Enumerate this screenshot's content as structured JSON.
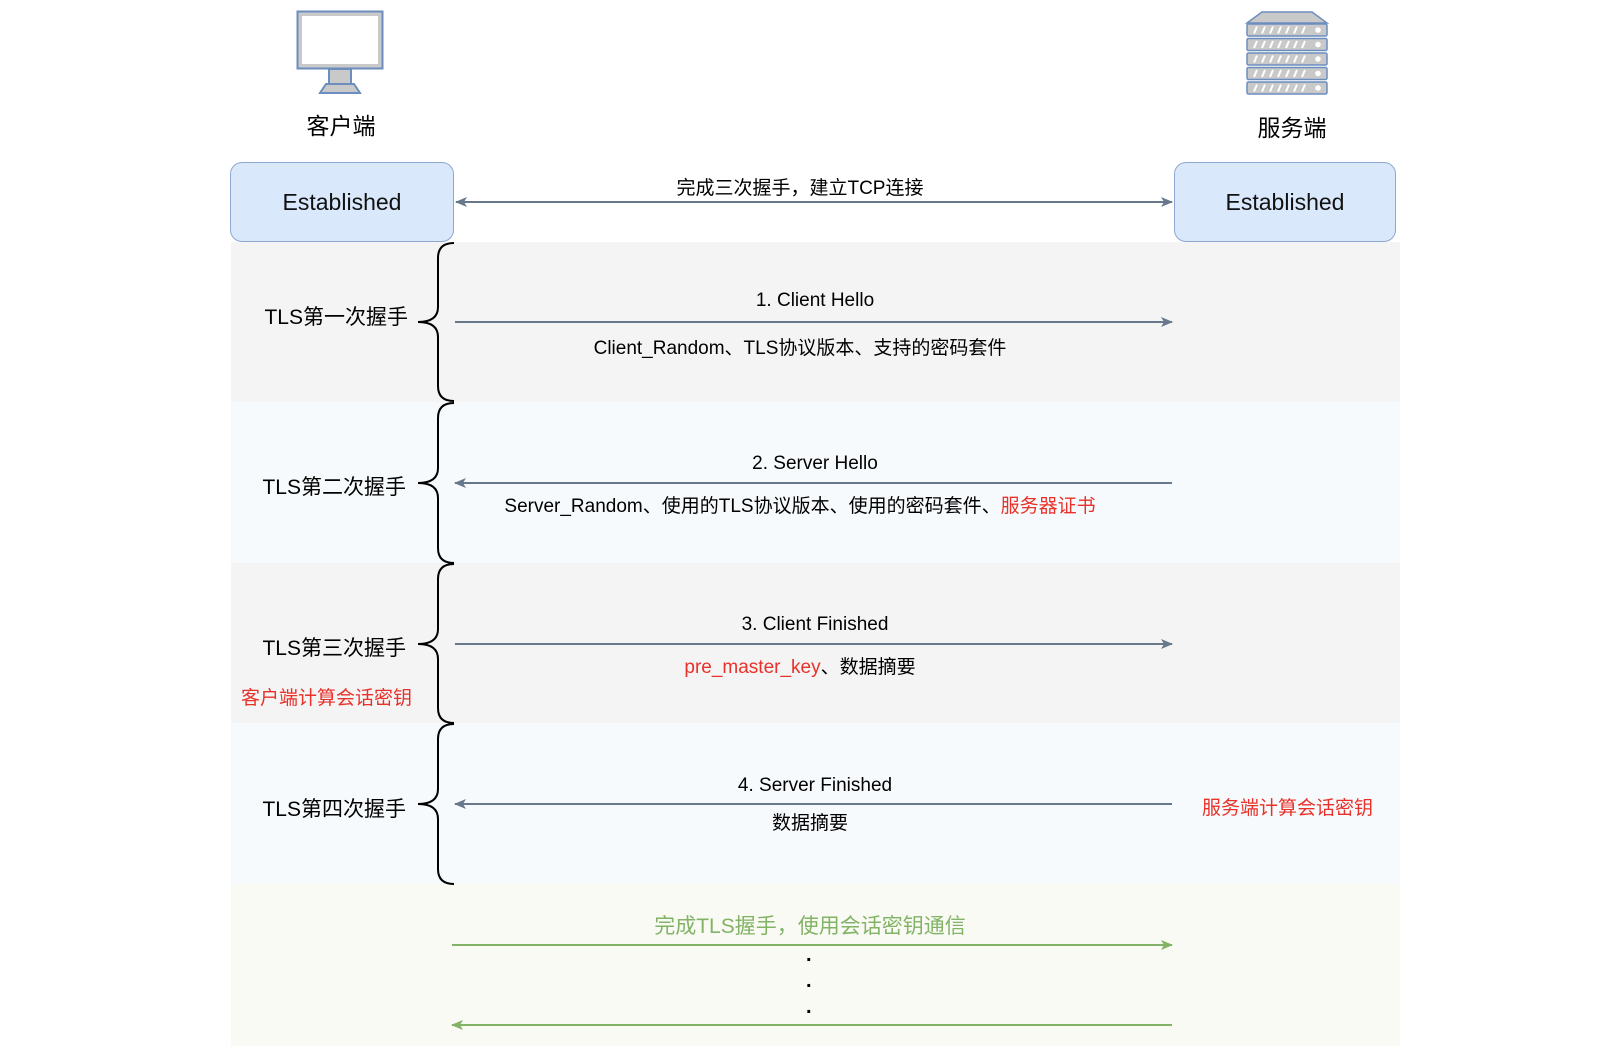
{
  "endpoints": {
    "client": {
      "label": "客户端",
      "icon": "desktop-monitor-icon"
    },
    "server": {
      "label": "服务端",
      "icon": "server-rack-icon"
    }
  },
  "connection": {
    "client_state": "Established",
    "server_state": "Established",
    "tcp_message": "完成三次握手，建立TCP连接"
  },
  "phases": [
    {
      "label": "TLS第一次握手",
      "direction": "client-to-server",
      "title": "1. Client Hello",
      "detail": [
        {
          "text": "Client_Random、TLS协议版本、支持的密码套件",
          "highlight": false
        }
      ]
    },
    {
      "label": "TLS第二次握手",
      "direction": "server-to-client",
      "title": "2. Server Hello",
      "detail": [
        {
          "text": "Server_Random、使用的TLS协议版本、使用的密码套件、",
          "highlight": false
        },
        {
          "text": "服务器证书",
          "highlight": true
        }
      ]
    },
    {
      "label": "TLS第三次握手",
      "direction": "client-to-server",
      "title": "3. Client Finished",
      "detail": [
        {
          "text": "pre_master_key",
          "highlight": true
        },
        {
          "text": "、数据摘要",
          "highlight": false
        }
      ],
      "note": "客户端计算会话密钥"
    },
    {
      "label": "TLS第四次握手",
      "direction": "server-to-client",
      "title": "4. Server Finished",
      "detail": [
        {
          "text": "数据摘要",
          "highlight": false
        }
      ],
      "note": "服务端计算会话密钥"
    }
  ],
  "completion": {
    "message": "完成TLS握手，使用会话密钥通信",
    "ellipsis": ".",
    "directions": [
      "client-to-server",
      "server-to-client"
    ]
  },
  "colors": {
    "arrow": "#66788a",
    "highlight": "#e8312a",
    "completion": "#82b366",
    "box_fill": "#dae8fc",
    "box_stroke": "#8fa7cf"
  }
}
